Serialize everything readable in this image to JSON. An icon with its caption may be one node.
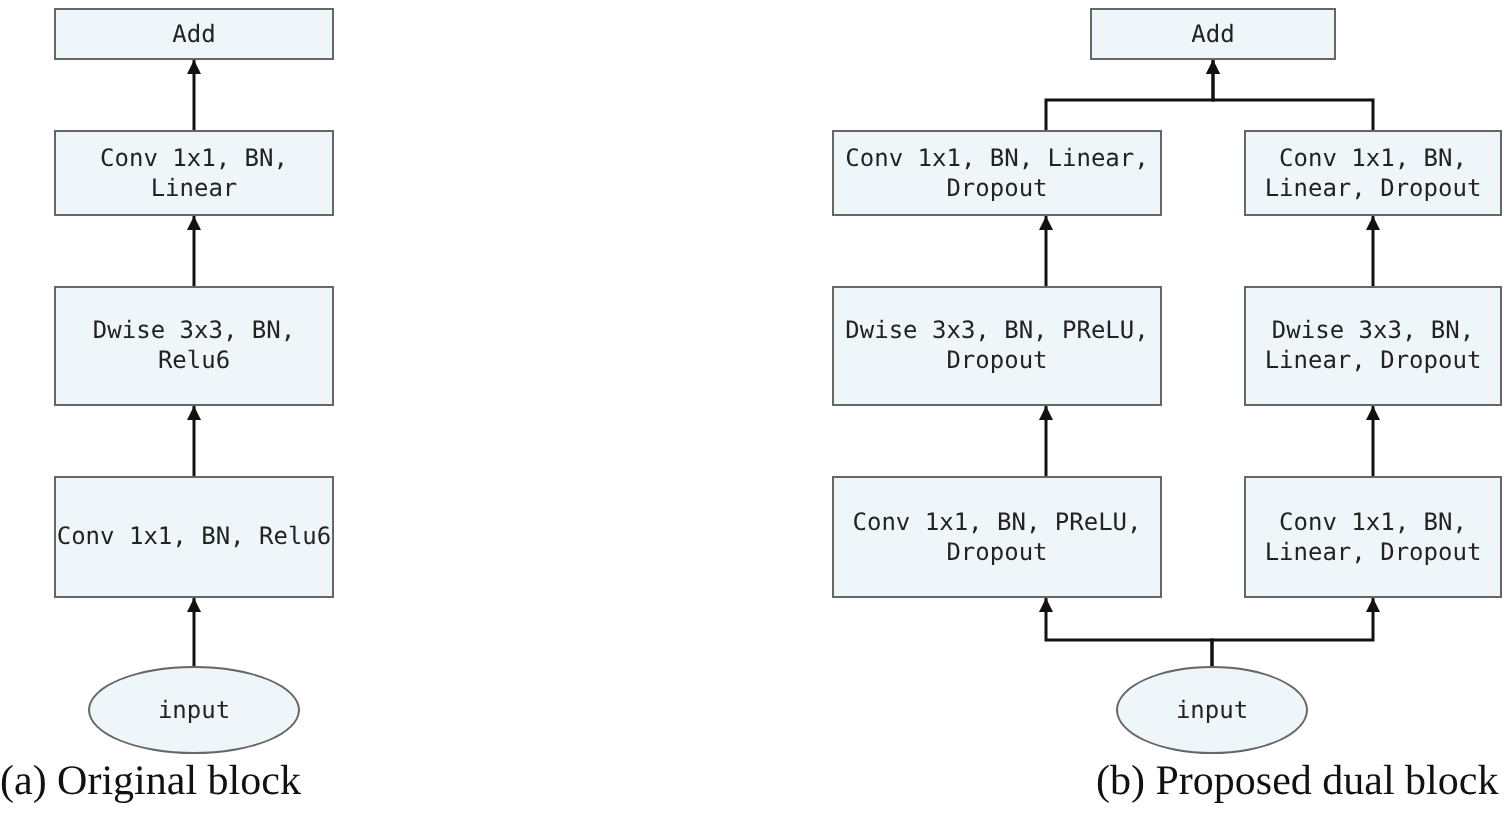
{
  "diagram": {
    "nodes": [
      {
        "text": [
          "Add"
        ]
      },
      {
        "text": [
          "Conv 1x1, BN, Linear"
        ]
      },
      {
        "text": [
          "Dwise 3x3, BN, Relu6"
        ]
      },
      {
        "text": [
          "Conv 1x1, BN, Relu6"
        ]
      },
      {
        "text": [
          "input"
        ]
      },
      {
        "text": [
          "Add"
        ]
      },
      {
        "text": [
          "Conv 1x1, BN, Linear, Dropout"
        ]
      },
      {
        "text": [
          "Conv 1x1, BN, Linear, Dropout"
        ]
      },
      {
        "text": [
          "Dwise 3x3, BN, PReLU, Dropout"
        ]
      },
      {
        "text": [
          "Dwise 3x3, BN, Linear, Dropout"
        ]
      },
      {
        "text": [
          "Conv 1x1, BN, PReLU, Dropout"
        ]
      },
      {
        "text": [
          "Conv 1x1, BN, Linear, Dropout"
        ]
      },
      {
        "text": [
          "input"
        ]
      }
    ],
    "edges": [
      {
        "from": 4,
        "to": 3,
        "arrow": "to"
      },
      {
        "from": 3,
        "to": 2,
        "arrow": "to"
      },
      {
        "from": 2,
        "to": 1,
        "arrow": "to"
      },
      {
        "from": 1,
        "to": 0,
        "arrow": "to"
      },
      {
        "from": 12,
        "to": 10,
        "arrow": "to"
      },
      {
        "from": 12,
        "to": 11,
        "arrow": "to"
      },
      {
        "from": 10,
        "to": 8,
        "arrow": "to"
      },
      {
        "from": 11,
        "to": 9,
        "arrow": "to"
      },
      {
        "from": 8,
        "to": 6,
        "arrow": "to"
      },
      {
        "from": 9,
        "to": 7,
        "arrow": "to"
      },
      {
        "from": 6,
        "to": 5,
        "arrow": "to"
      },
      {
        "from": 7,
        "to": 5,
        "arrow": "to"
      }
    ],
    "labels": [
      "(a) Original block",
      "(b) Proposed dual block"
    ]
  }
}
